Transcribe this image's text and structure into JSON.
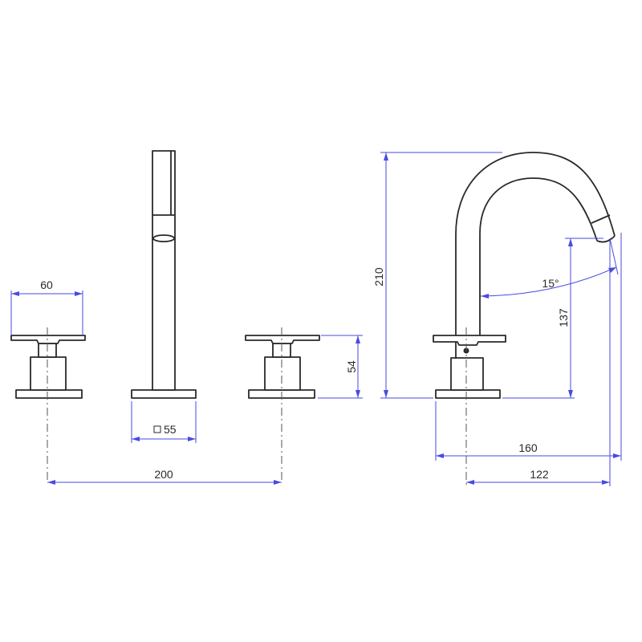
{
  "dimensions": {
    "handle_width": "60",
    "handle_height": "54",
    "spout_base": "55",
    "handle_spacing": "200",
    "total_height": "210",
    "spout_angle": "15°",
    "spout_outlet_height": "137",
    "spout_reach": "160",
    "spout_projection": "122"
  },
  "colors": {
    "outline": "#2a2a2a",
    "dimension": "#4a4ae0",
    "background": "#ffffff"
  }
}
